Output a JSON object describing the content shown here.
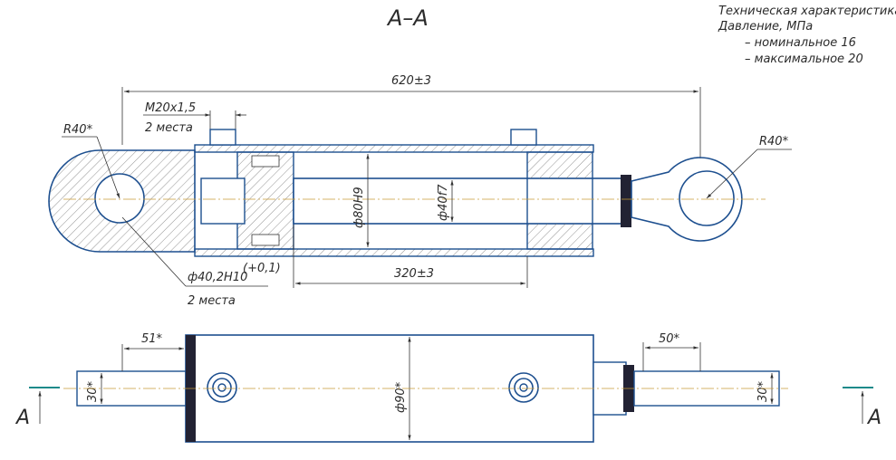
{
  "section_title": "А–А",
  "tech_spec": {
    "title": "Техническая характеристика",
    "pressure_label": "Давление, МПа",
    "nominal": "– номинальное 16",
    "maximum": "– максимальное     20"
  },
  "dimensions": {
    "overall_length": "620±3",
    "thread": "M20x1,5",
    "thread_places": "2 места",
    "radius_left": "R40*",
    "radius_right": "R40*",
    "bore": "ф80H9",
    "rod": "ф40f7",
    "pin_hole": "ф40,2H10",
    "pin_hole_tol": "(+0,1)",
    "pin_places": "2 места",
    "stroke": "320±3",
    "left_offset": "51*",
    "right_offset": "50*",
    "left_width": "30*",
    "right_width": "30*",
    "tube_diameter": "ф90*"
  },
  "section_marks": {
    "left": "A",
    "right": "A"
  }
}
